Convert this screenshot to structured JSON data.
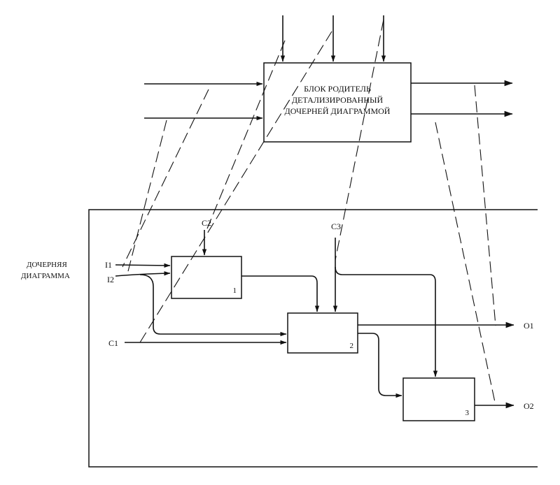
{
  "parent_block": {
    "lines": [
      "БЛОК РОДИТЕЛЬ",
      "ДЕТАЛИЗИРОВАННЫЙ",
      "ДОЧЕРНЕЙ ДИАГРАММОЙ"
    ]
  },
  "child_diagram": {
    "label_lines": [
      "ДОЧЕРНЯЯ",
      "ДИАГРАММА"
    ]
  },
  "blocks": [
    {
      "id": "block-1",
      "number": "1"
    },
    {
      "id": "block-2",
      "number": "2"
    },
    {
      "id": "block-3",
      "number": "3"
    }
  ],
  "arrows": {
    "i1": "I1",
    "i2": "I2",
    "c1": "C1",
    "c2": "C2",
    "c3": "C3",
    "o1": "O1",
    "o2": "O2"
  }
}
